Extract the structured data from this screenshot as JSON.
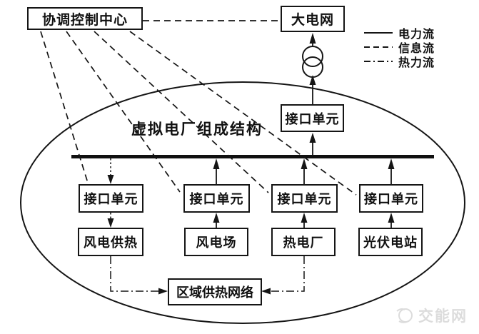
{
  "diagram": {
    "title": "虚拟电厂组成结构",
    "nodes": {
      "control_center": "协调控制中心",
      "main_grid": "大电网",
      "interface_top": "接口单元",
      "interface_1": "接口单元",
      "interface_2": "接口单元",
      "interface_3": "接口单元",
      "interface_4": "接口单元",
      "wind_heating": "风电供热",
      "wind_farm": "风电场",
      "thermal_plant": "热电厂",
      "pv_station": "光伏电站",
      "district_heating_network": "区域供热网络"
    },
    "legend": {
      "power_flow": "电力流",
      "info_flow": "信息流",
      "heat_flow": "热力流"
    },
    "watermark": "交能网",
    "colors": {
      "line": "#151515",
      "watermark": "#dcdcdc"
    }
  }
}
